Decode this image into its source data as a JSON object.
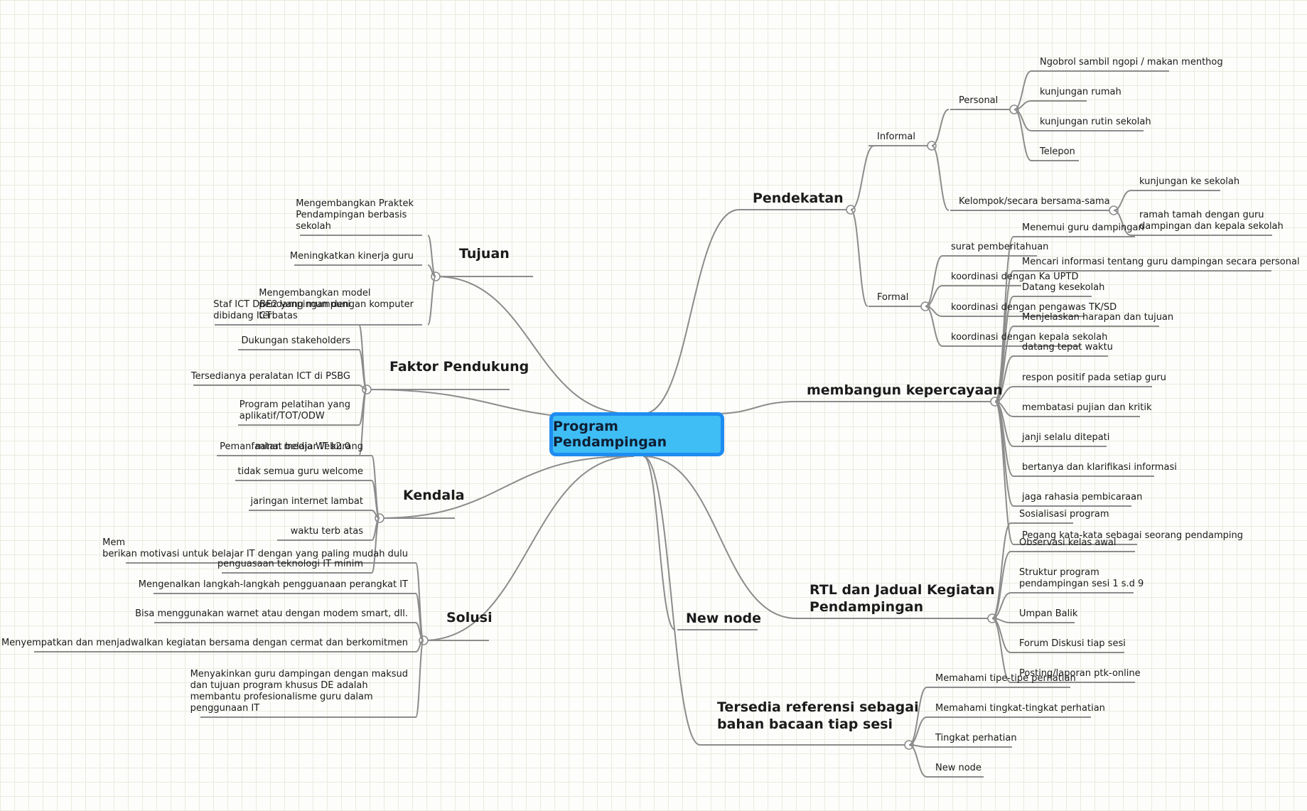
{
  "root": {
    "label": "Program Pendampingan"
  },
  "branches": {
    "pendekatan": {
      "label": "Pendekatan",
      "informal": {
        "label": "Informal",
        "personal": {
          "label": "Personal",
          "items": [
            "Ngobrol sambil ngopi / makan menthog",
            "kunjungan rumah",
            "kunjungan rutin sekolah",
            "Telepon"
          ]
        },
        "kelompok": {
          "label": "Kelompok/secara bersama-sama",
          "items": [
            "kunjungan ke sekolah",
            "ramah tamah dengan guru dampingan dan kepala sekolah"
          ]
        }
      },
      "formal": {
        "label": "Formal",
        "items": [
          "surat pemberitahuan",
          "koordinasi dengan Ka UPTD",
          "koordinasi dengan pengawas TK/SD",
          "koordinasi dengan kepala sekolah"
        ]
      }
    },
    "kepercayaan": {
      "label": "membangun kepercayaan",
      "items": [
        "Menemui guru dampingan",
        "Mencari informasi tentang guru dampingan secara personal",
        "Datang kesekolah",
        "Menjelaskan harapan dan tujuan",
        "datang tepat waktu",
        "respon positif pada setiap guru",
        "membatasi pujian dan kritik",
        "janji selalu ditepati",
        "bertanya dan klarifikasi informasi",
        "jaga rahasia pembicaraan",
        "Pegang kata-kata sebagai seorang pendamping"
      ]
    },
    "rtl": {
      "label": "RTL dan Jadual Kegiatan\nPendampingan",
      "items": [
        "Sosialisasi program",
        "Observasi kelas awal",
        "Struktur program\npendampingan sesi 1 s.d 9",
        "Umpan Balik",
        "Forum Diskusi tiap sesi",
        "Posting/laporan ptk-online"
      ]
    },
    "newnode": {
      "label": "New node"
    },
    "referensi": {
      "label": "Tersedia referensi sebagai\nbahan bacaan tiap sesi",
      "items": [
        "Memahami tipe-tipe perhatian",
        "Memahami tingkat-tingkat perhatian",
        "Tingkat perhatian",
        "New node"
      ]
    },
    "tujuan": {
      "label": "Tujuan",
      "items": [
        "Mengembangkan Praktek\nPendampingan berbasis\nsekolah",
        "Meningkatkan kinerja guru",
        "Mengembangkan model\npendampingan dengan komputer\nterbatas"
      ]
    },
    "pendukung": {
      "label": "Faktor Pendukung",
      "items": [
        "Staf ICT DBE2 yang mumpuni\ndibidang ICT",
        "Dukungan stakeholders",
        "Tersedianya peralatan ICT di PSBG",
        "Program pelatihan yang\naplikatif/TOT/ODW",
        "Pemanfaatan media Web2.0"
      ]
    },
    "kendala": {
      "label": "Kendala",
      "items": [
        "minat belajar IT kurang",
        "tidak semua guru welcome",
        "jaringan internet lambat",
        "waktu terb atas",
        "penguasaan teknologi IT minim"
      ]
    },
    "solusi": {
      "label": "Solusi",
      "items": [
        "Mem\nberikan motivasi untuk belajar IT dengan yang paling mudah dulu",
        "Mengenalkan langkah-langkah pengguanaan perangkat IT",
        "Bisa menggunakan warnet atau dengan modem smart, dll.",
        "Menyempatkan dan menjadwalkan kegiatan bersama dengan cermat dan berkomitmen",
        "Menyakinkan guru dampingan dengan maksud\ndan tujuan program khusus DE adalah\nmembantu profesionalisme guru dalam\npenggunaan IT"
      ]
    }
  },
  "colors": {
    "connector": "#8c8c8c",
    "root_fill": "#3fbdf5",
    "root_border": "#1e8cf0",
    "grid": "#e9ecdf"
  }
}
